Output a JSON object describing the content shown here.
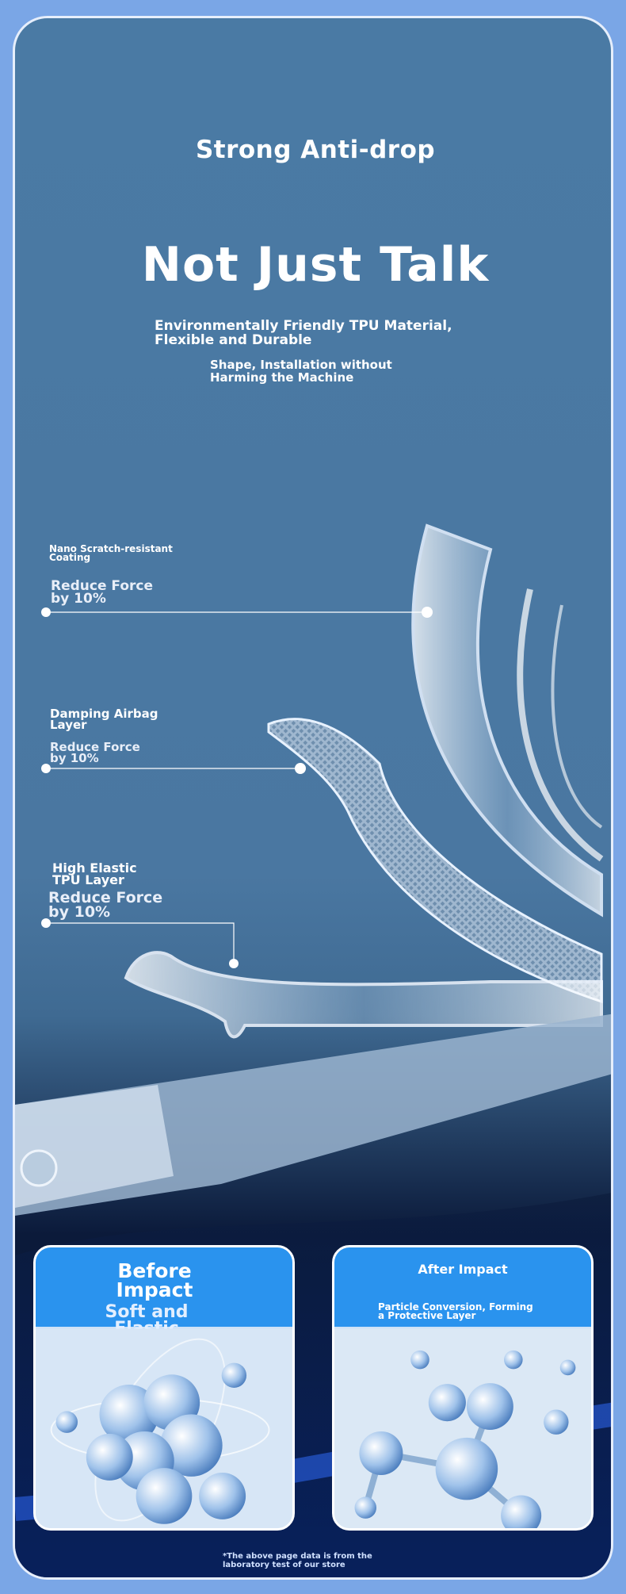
{
  "header": {
    "title_small": "Strong Anti-drop",
    "title_big": "Not Just Talk",
    "sub_line1": "Environmentally Friendly TPU Material,\n Flexible and Durable",
    "sub_line2": "Shape, Installation without\n Harming the Machine"
  },
  "layers": [
    {
      "name": "Nano Scratch-resistant\n Coating",
      "force": "Reduce Force\n by 10%"
    },
    {
      "name": "Damping Airbag\n Layer",
      "force": "Reduce Force\n by 10%"
    },
    {
      "name": "High Elastic\n TPU Layer",
      "force": "Reduce Force\n by 10%"
    }
  ],
  "cards": {
    "before": {
      "title": "Before\n Impact",
      "subtitle": "Soft and\nElastic"
    },
    "after": {
      "title": "After Impact",
      "subtitle": "Particle Conversion, Forming\n a Protective Layer"
    }
  },
  "footnote": "*The above page data is from the\n laboratory test of our store",
  "colors": {
    "background": "#7aa6e6",
    "panel": "#4a7aa4",
    "card_header": "#2a93ee"
  }
}
